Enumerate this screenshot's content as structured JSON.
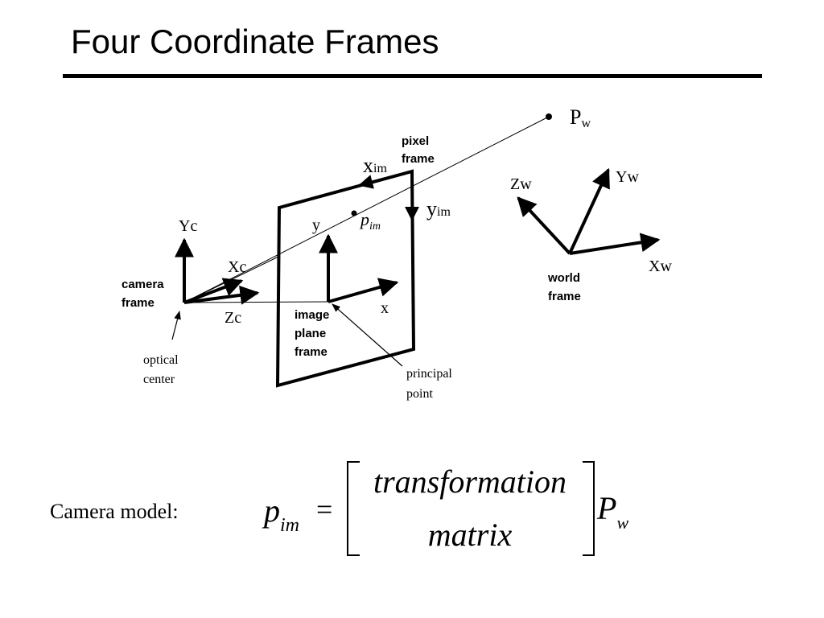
{
  "title": "Four Coordinate Frames",
  "point": {
    "label": "P",
    "sub": "w"
  },
  "pixel_frame": {
    "line1": "pixel",
    "line2": "frame",
    "x_label": "x",
    "x_sub": "im",
    "y_label": "y",
    "y_sub": "im"
  },
  "image_point": {
    "label": "p",
    "sub": "im"
  },
  "image_plane": {
    "y": "y",
    "x": "x",
    "line1": "image",
    "line2": "plane",
    "line3": "frame"
  },
  "camera": {
    "yc": "Yc",
    "xc": "Xc",
    "zc": "Zc",
    "line1": "camera",
    "line2": "frame",
    "optical1": "optical",
    "optical2": "center"
  },
  "principal": {
    "line1": "principal",
    "line2": "point"
  },
  "world": {
    "zw": "Zw",
    "yw": "Yw",
    "xw": "Xw",
    "line1": "world",
    "line2": "frame"
  },
  "model": {
    "label": "Camera model:",
    "lhs": "p",
    "lhs_sub": "im",
    "equals": "=",
    "matrix_line1": "transformation",
    "matrix_line2": "matrix",
    "rhs": "P",
    "rhs_sub": "w"
  }
}
